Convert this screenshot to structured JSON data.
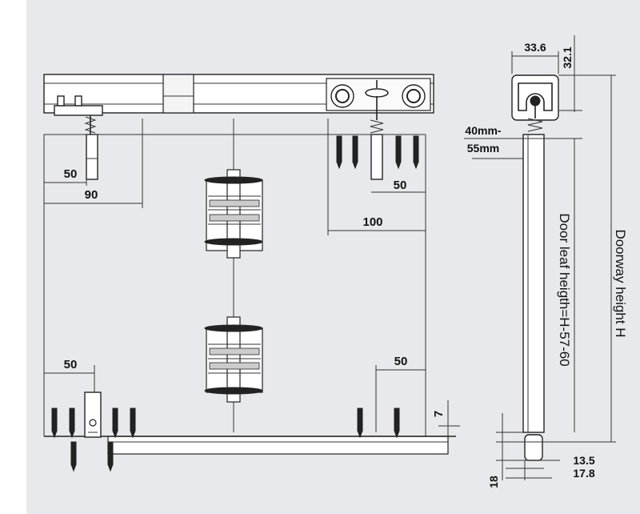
{
  "dimensions": {
    "d50_top_left": "50",
    "d90": "90",
    "d50_top_right": "50",
    "d100": "100",
    "d50_bottom_left": "50",
    "d50_bottom_right": "50",
    "d7": "7",
    "d33_6": "33.6",
    "d32_1": "32.1",
    "gap_line1": "40mm-",
    "gap_line2": "55mm",
    "d13_5": "13.5",
    "d17_8": "17.8",
    "d18": "18"
  },
  "labels": {
    "door_leaf_height": "Door leaf heigth=H-57-60",
    "doorway_height": "Doorway height H"
  },
  "colors": {
    "background": "#e8e9ec",
    "line": "#222222"
  }
}
